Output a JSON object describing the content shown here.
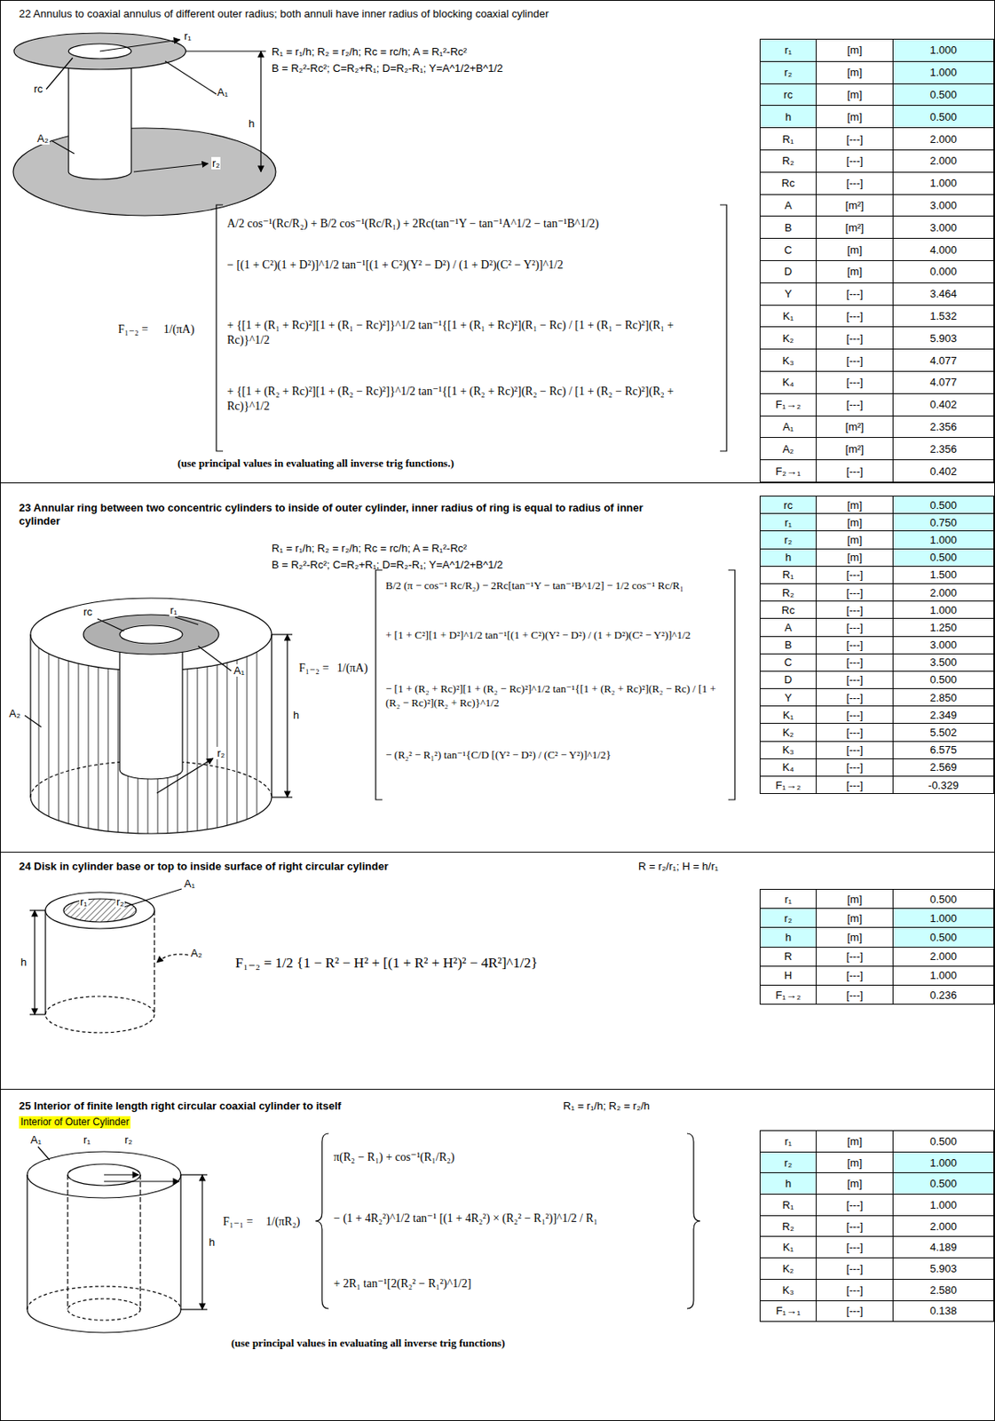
{
  "diagram": {
    "nodes": [
      {
        "text": [
          "22 Annulus to coaxial annulus of different outer radius; both annuli have inner radius of blocking coaxial cylinder"
        ]
      },
      {
        "text": [
          "r₁",
          "[m]",
          "1.000",
          "r₂",
          "[m]",
          "1.000",
          "rc",
          "[m]",
          "0.500",
          "h",
          "[m]",
          "0.500",
          "R₁",
          "[---]",
          "2.000",
          "R₂",
          "[---]",
          "2.000",
          "Rc",
          "[---]",
          "1.000",
          "A",
          "[m²]",
          "3.000",
          "B",
          "[m²]",
          "3.000",
          "C",
          "[m]",
          "4.000",
          "D",
          "[m]",
          "0.000",
          "Y",
          "[---]",
          "3.464",
          "K₁",
          "[---]",
          "1.532",
          "K₂",
          "[---]",
          "5.903",
          "K₃",
          "[---]",
          "4.077",
          "K₄",
          "[---]",
          "4.077",
          "F₁→₂",
          "[---]",
          "0.402",
          "A₁",
          "[m²]",
          "2.356",
          "A₂",
          "[m²]",
          "2.356",
          "F₂→₁",
          "[---]",
          "0.402"
        ],
        "in": 0
      },
      {
        "text": [
          "23 Annular ring between two concentric cylinders to inside of outer cylinder, inner radius of ring is equal  to radius of inner cylinder"
        ]
      },
      {
        "text": [
          "rc",
          "[m]",
          "0.500",
          "r₁",
          "[m]",
          "0.750",
          "r₂",
          "[m]",
          "1.000",
          "h",
          "[m]",
          "0.500",
          "R₁",
          "[---]",
          "1.500",
          "R₂",
          "[---]",
          "2.000",
          "Rc",
          "[---]",
          "1.000",
          "A",
          "[---]",
          "1.250",
          "B",
          "[---]",
          "3.000",
          "C",
          "[---]",
          "3.500",
          "D",
          "[---]",
          "0.500",
          "Y",
          "[---]",
          "2.850",
          "K₁",
          "[---]",
          "2.349",
          "K₂",
          "[---]",
          "5.502",
          "K₃",
          "[---]",
          "6.575",
          "K₄",
          "[---]",
          "2.569",
          "F₁→₂",
          "[---]",
          "-0.329"
        ],
        "in": 2
      },
      {
        "text": [
          "24 Disk in cylinder base or top to inside surface of right circular cylinder"
        ]
      },
      {
        "text": [
          "r₁",
          "[m]",
          "0.500",
          "r₂",
          "[m]",
          "1.000",
          "h",
          "[m]",
          "0.500",
          "R",
          "[---]",
          "2.000",
          "H",
          "[---]",
          "1.000",
          "F₁→₂",
          "[---]",
          "0.236"
        ],
        "in": 4
      },
      {
        "text": [
          "25 Interior of finite length right circular coaxial cylinder to itself"
        ]
      },
      {
        "text": [
          "Interior of Outer Cylinder"
        ],
        "in": 6
      },
      {
        "text": [
          "r₁",
          "[m]",
          "0.500",
          "r₂",
          "[m]",
          "1.000",
          "h",
          "[m]",
          "0.500",
          "R₁",
          "[---]",
          "1.000",
          "R₂",
          "[---]",
          "2.000",
          "K₁",
          "[---]",
          "4.189",
          "K₂",
          "[---]",
          "5.903",
          "K₃",
          "[---]",
          "2.580",
          "F₁→₁",
          "[---]",
          "0.138"
        ],
        "in": 6
      }
    ],
    "labels": [
      "R₁ = r₁/h; R₂ = r₂/h; Rc = rc/h; A = R₁²-Rc²",
      "B = R₂²-Rc²; C=R₂+R₁; D=R₂-R₁; Y=A^1/2+B^1/2",
      "r₁",
      "rc",
      "A₁",
      "h",
      "A₂",
      "r₂",
      "F₁₋₂ =",
      "1/(πA)",
      "A/2 cos⁻¹(Rc/R₂) + B/2 cos⁻¹(Rc/R₁) + 2Rc(tan⁻¹Y − tan⁻¹A^1/2 − tan⁻¹B^1/2)",
      "− [(1 + C²)(1 + D²)]^1/2 tan⁻¹[(1 + C²)(Y² − D²) / (1 + D²)(C² − Y²)]^1/2",
      "+ {[1 + (R₁ + Rc)²][1 + (R₁ − Rc)²]}^1/2 tan⁻¹{[1 + (R₁ + Rc)²](R₁ − Rc) / [1 + (R₁ − Rc)²](R₁ + Rc)}^1/2",
      "+ {[1 + (R₂ + Rc)²][1 + (R₂ − Rc)²]}^1/2 tan⁻¹{[1 + (R₂ + Rc)²](R₂ − Rc) / [1 + (R₂ − Rc)²](R₂ + Rc)}^1/2",
      "(use principal values in evaluating all inverse trig functions.)",
      "R₁ = r₁/h; R₂ = r₂/h; Rc = rc/h; A = R₁²-Rc²",
      "B = R₂²-Rc²; C=R₂+R₁; D=R₂-R₁; Y=A^1/2+B^1/2",
      "rc",
      "r₁",
      "A₁",
      "h",
      "A₂",
      "r₂",
      "F₁₋₂ =",
      "1/(πA)",
      "B/2 (π − cos⁻¹ Rc/R₂) − 2Rc[tan⁻¹Y − tan⁻¹B^1/2] − 1/2 cos⁻¹ Rc/R₁",
      "+ [1 + C²][1 + D²]^1/2 tan⁻¹[(1 + C²)(Y² − D²) / (1 + D²)(C² − Y²)]^1/2",
      "− [1 + (R₂ + Rc)²][1 + (R₂ − Rc)²]^1/2 tan⁻¹{[1 + (R₂ + Rc)²](R₂ − Rc) / [1 + (R₂ − Rc)²](R₂ + Rc)}^1/2",
      "− (R₂² − R₁²) tan⁻¹{C/D [(Y² − D²) / (C² − Y²)]^1/2}",
      "R = r₂/r₁; H = h/r₁",
      "A₁",
      "r₁",
      "r₂",
      "A₂",
      "h",
      "F₁₋₂ = 1/2 {1 − R² − H² + [(1 + R² + H²)² − 4R²]^1/2}",
      "R₁ = r₁/h; R₂ = r₂/h",
      "A₁",
      "r₁",
      "r₂",
      "h",
      "F₁₋₁ =",
      "1/(πR₂)",
      "π(R₂ − R₁) + cos⁻¹(R₁/R₂)",
      "− (1 + 4R₂²)^1/2 tan⁻¹ [(1 + 4R₂²) × (R₂² − R₁²)]^1/2 / R₁",
      "+ 2R₁ tan⁻¹[2(R₂² − R₁²)^1/2]",
      "(use principal values in evaluating all inverse trig functions)"
    ]
  }
}
